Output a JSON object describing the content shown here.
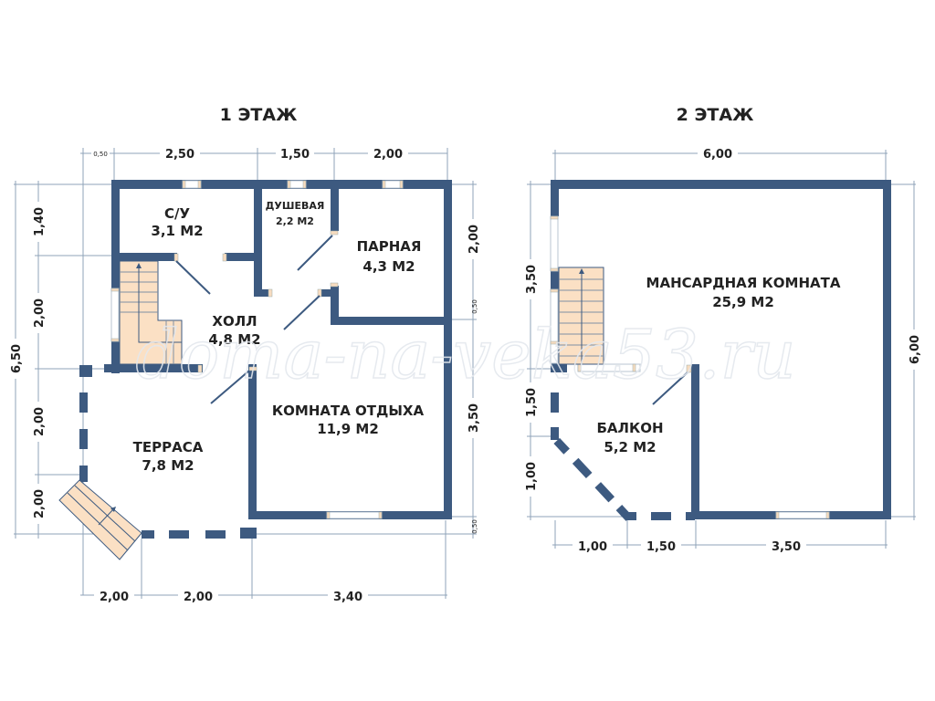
{
  "floor1": {
    "title": "1 ЭТАЖ",
    "rooms": {
      "su": {
        "name": "С/У",
        "area": "3,1 М2"
      },
      "shower": {
        "name": "ДУШЕВАЯ",
        "area": "2,2 М2"
      },
      "steam": {
        "name": "ПАРНАЯ",
        "area": "4,3 М2"
      },
      "hall": {
        "name": "ХОЛЛ",
        "area": "4,8 М2"
      },
      "rest": {
        "name": "КОМНАТА ОТДЫХА",
        "area": "11,9 М2"
      },
      "terrace": {
        "name": "ТЕРРАСА",
        "area": "7,8 М2"
      }
    },
    "dims": {
      "top_small": "0,50",
      "top1": "2,50",
      "top2": "1,50",
      "top3": "2,00",
      "left_total": "6,50",
      "left1": "1,40",
      "left2": "2,00",
      "left3": "2,00",
      "left4": "2,00",
      "right1": "2,00",
      "right_small": "0,50",
      "right2": "3,50",
      "right_small2": "0,50",
      "bottom1": "2,00",
      "bottom2": "2,00",
      "bottom3": "3,40"
    }
  },
  "floor2": {
    "title": "2 ЭТАЖ",
    "rooms": {
      "attic": {
        "name": "МАНСАРДНАЯ КОМНАТА",
        "area": "25,9 М2"
      },
      "balcony": {
        "name": "БАЛКОН",
        "area": "5,2 М2"
      }
    },
    "dims": {
      "top": "6,00",
      "right": "6,00",
      "left1": "3,50",
      "left2": "1,50",
      "left3": "1,00",
      "bottom1": "1,00",
      "bottom2": "1,50",
      "bottom3": "3,50"
    }
  },
  "watermark": "doma-na-veka53.ru",
  "colors": {
    "wall": "#3d5a80",
    "stairs": "#fbe0c4"
  }
}
